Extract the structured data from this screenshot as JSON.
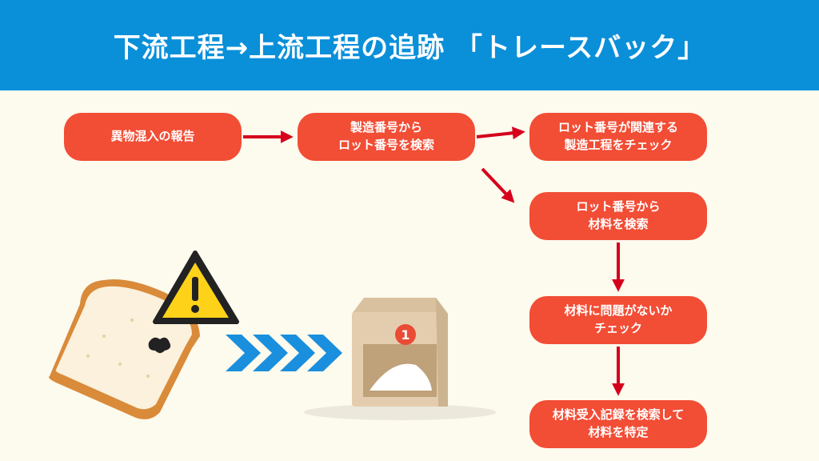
{
  "title": "下流工程→上流工程の追跡 「トレースバック」",
  "steps": {
    "report": "異物混入の報告",
    "search_lot": "製造番号から\nロット番号を検索",
    "check_process": "ロット番号が関連する\n製造工程をチェック",
    "search_material": "ロット番号から\n材料を検索",
    "check_material": "材料に問題がないか\nチェック",
    "identify_material": "材料受入記録を検索して\n材料を特定"
  },
  "colors": {
    "header": "#0a8fd9",
    "box": "#f24d35",
    "arrow": "#d6001c",
    "chevron": "#1a8fdd",
    "background": "#fdfaee"
  },
  "bag_label": "1",
  "icons": [
    "bread-with-foreign-object-icon",
    "warning-icon",
    "chevron-arrows-icon",
    "flour-bag-icon"
  ]
}
